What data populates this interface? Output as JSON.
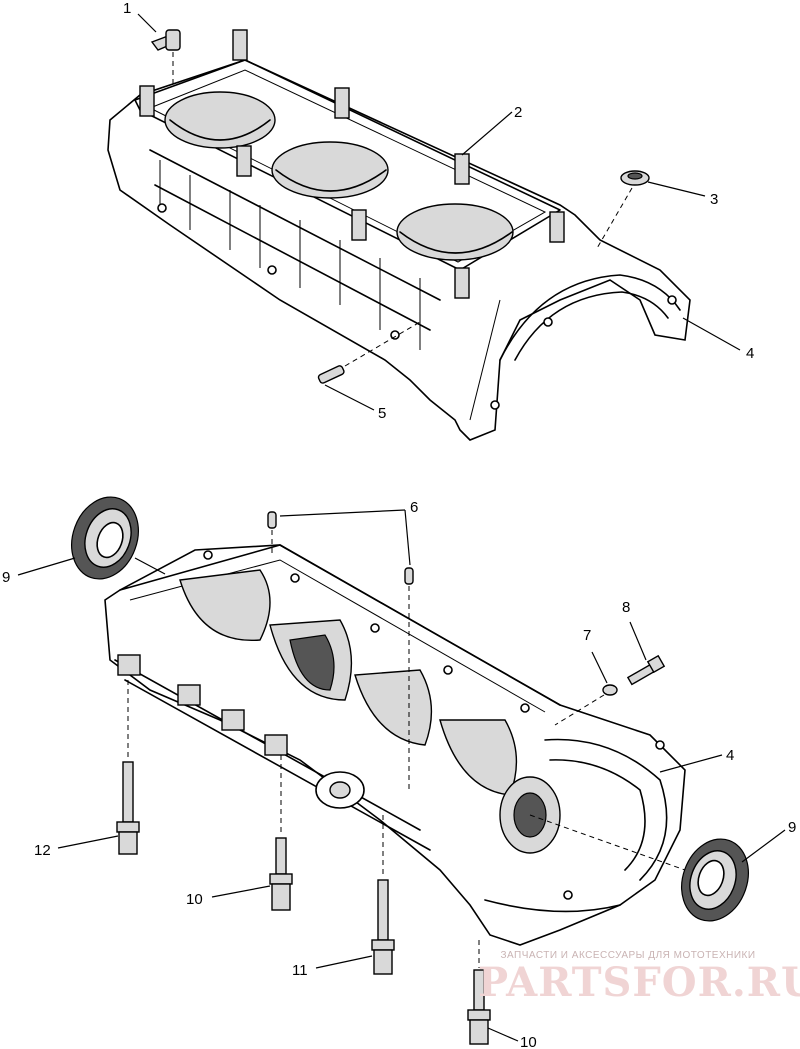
{
  "callouts": {
    "c1": "1",
    "c2": "2",
    "c3": "3",
    "c4a": "4",
    "c5": "5",
    "c6": "6",
    "c7": "7",
    "c8": "8",
    "c4b": "4",
    "c9a": "9",
    "c9b": "9",
    "c12": "12",
    "c10a": "10",
    "c11": "11",
    "c10b": "10"
  },
  "watermark": {
    "tagline": "ЗАПЧАСТИ И АКСЕССУАРЫ ДЛЯ МОТОТЕХНИКИ",
    "brand": "PARTSFOR.RU"
  }
}
